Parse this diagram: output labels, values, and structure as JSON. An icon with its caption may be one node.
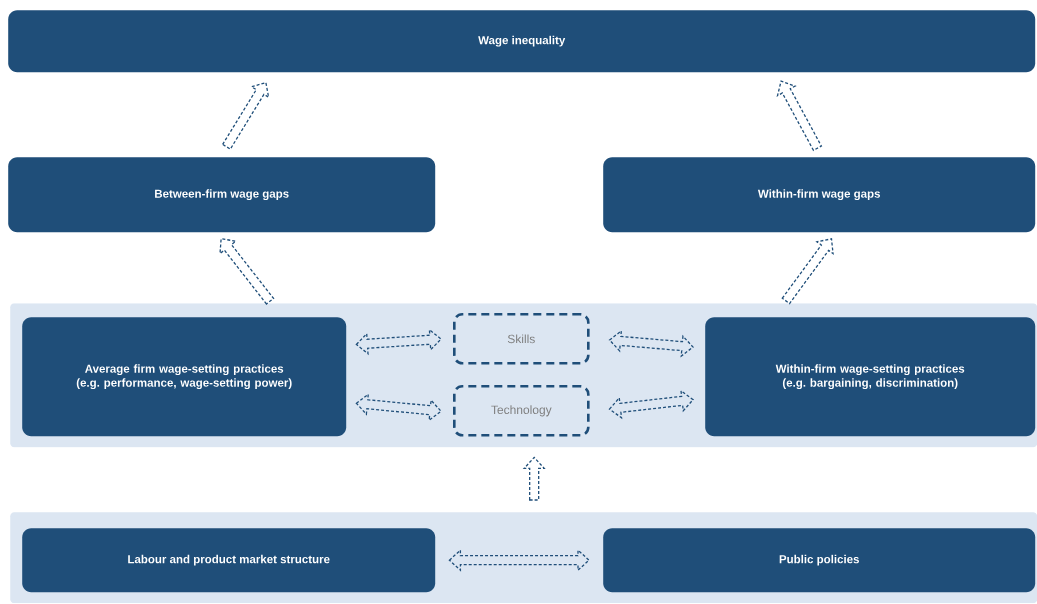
{
  "diagram": {
    "nodes": [
      {
        "text": [
          "Wage inequality"
        ]
      },
      {
        "text": [
          "Between-firm wage gaps"
        ]
      },
      {
        "text": [
          "Within-firm wage gaps"
        ]
      },
      {
        "text": [],
        "shape": "box"
      },
      {
        "text": [
          "Average firm wage-setting practices (e.g. performance, wage-setting power)"
        ],
        "in": 3
      },
      {
        "text": [
          "Skills"
        ],
        "in": 3
      },
      {
        "text": [
          "Technology"
        ],
        "in": 3
      },
      {
        "text": [
          "Within-firm wage-setting practices (e.g. bargaining, discrimination)"
        ],
        "in": 3
      },
      {
        "text": [],
        "shape": "box"
      },
      {
        "text": [
          "Labour and product market structure"
        ],
        "in": 8
      },
      {
        "text": [
          "Public policies"
        ],
        "in": 8
      }
    ],
    "edges": [
      {
        "from": 1,
        "to": 0,
        "arrow": "to",
        "style": "dashed"
      },
      {
        "from": 2,
        "to": 0,
        "arrow": "to",
        "style": "dashed"
      },
      {
        "from": 4,
        "to": 1,
        "arrow": "to",
        "style": "dashed"
      },
      {
        "from": 7,
        "to": 2,
        "arrow": "to",
        "style": "dashed"
      },
      {
        "from": 4,
        "to": 5,
        "arrow": "both",
        "style": "dashed"
      },
      {
        "from": 4,
        "to": 6,
        "arrow": "both",
        "style": "dashed"
      },
      {
        "from": 5,
        "to": 7,
        "arrow": "both",
        "style": "dashed"
      },
      {
        "from": 6,
        "to": 7,
        "arrow": "both",
        "style": "dashed"
      },
      {
        "from": 8,
        "to": 3,
        "arrow": "to",
        "style": "dashed"
      },
      {
        "from": 9,
        "to": 10,
        "arrow": "both",
        "style": "dashed"
      }
    ]
  }
}
